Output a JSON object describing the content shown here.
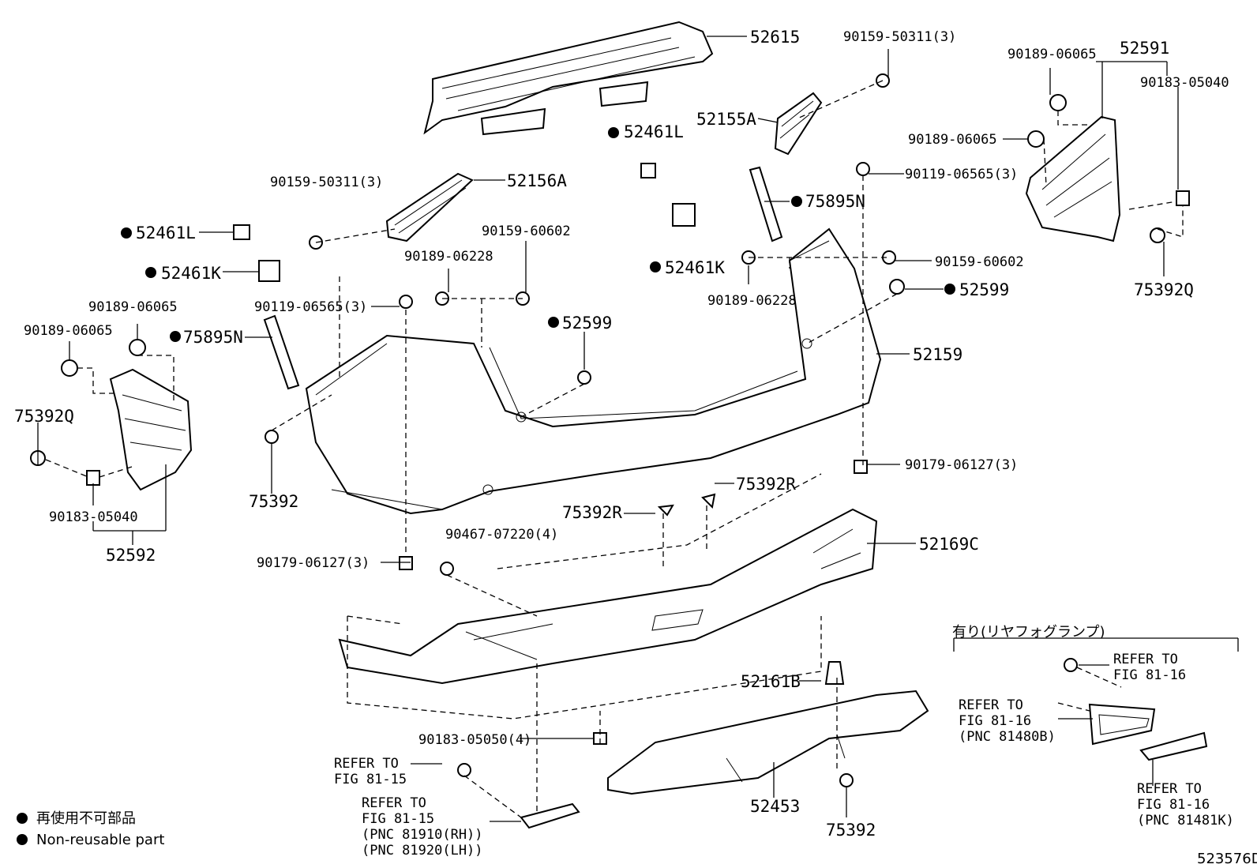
{
  "diagram_id": "523576D",
  "legend": {
    "jp": "再使用不可部品",
    "en": "Non-reusable part"
  },
  "option_box_title": "有り(リヤフォグランプ)",
  "labels": {
    "p52615": "52615",
    "p90159_50311_a": "90159-50311(3)",
    "p52155A": "52155A",
    "p52461L_a": "52461L",
    "p90189_06065_a": "90189-06065",
    "p52591": "52591",
    "p90183_05040_a": "90183-05040",
    "p90189_06065_b": "90189-06065",
    "p90119_06565_a": "90119-06565(3)",
    "p75895N_a": "75895N",
    "p90159_50311_b": "90159-50311(3)",
    "p52156A": "52156A",
    "p52461L_b": "52461L",
    "p52461K_a": "52461K",
    "p52461K_b": "52461K",
    "p90159_60602_a": "90159-60602",
    "p90189_06228_a": "90189-06228",
    "p90159_60602_b": "90159-60602",
    "p90189_06228_b": "90189-06228",
    "p52599_a": "52599",
    "p75392Q_a": "75392Q",
    "p90119_06565_b": "90119-06565(3)",
    "p90189_06065_c": "90189-06065",
    "p90189_06065_d": "90189-06065",
    "p75895N_b": "75895N",
    "p52599_b": "52599",
    "p52159": "52159",
    "p75392Q_b": "75392Q",
    "p75392_a": "75392",
    "p90183_05040_b": "90183-05040",
    "p52592": "52592",
    "p75392R_a": "75392R",
    "p75392R_b": "75392R",
    "p90179_06127_a": "90179-06127(3)",
    "p90467_07220": "90467-07220(4)",
    "p90179_06127_b": "90179-06127(3)",
    "p52169C": "52169C",
    "p52161B": "52161B",
    "p90183_05050": "90183-05050(4)",
    "p52453": "52453",
    "p75392_b": "75392",
    "refer_a_1": "REFER TO",
    "refer_a_2": "FIG 81-15",
    "refer_b_1": "REFER TO",
    "refer_b_2": "FIG 81-15",
    "refer_b_3": "(PNC 81910(RH))",
    "refer_b_4": "(PNC 81920(LH))",
    "refer_c_1": "REFER TO",
    "refer_c_2": "FIG 81-16",
    "refer_d_1": "REFER TO",
    "refer_d_2": "FIG 81-16",
    "refer_d_3": "(PNC 81480B)",
    "refer_e_1": "REFER TO",
    "refer_e_2": "FIG 81-16",
    "refer_e_3": "(PNC 81481K)"
  }
}
